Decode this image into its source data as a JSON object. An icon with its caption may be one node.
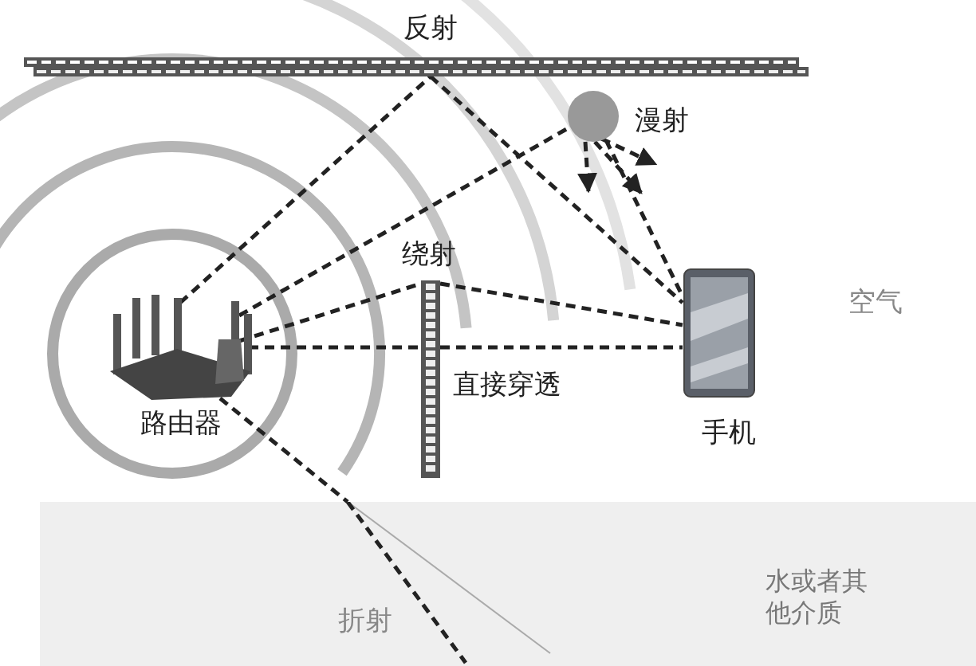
{
  "diagram": {
    "nodes": [
      {
        "text": [],
        "shape": "picture",
        "beside": [
          "路由器"
        ]
      },
      {
        "text": [],
        "shape": "picture",
        "beside": [
          "手机"
        ]
      },
      {
        "text": [],
        "shape": "bar",
        "beside": [
          "反射"
        ]
      },
      {
        "text": [],
        "shape": "circle",
        "beside": [
          "漫射"
        ]
      },
      {
        "text": [],
        "shape": "bar",
        "beside": [
          "绕射",
          "直接穿透"
        ]
      },
      {
        "text": [
          "水或者其他介质"
        ]
      }
    ],
    "edges": [
      {
        "from": 0,
        "to": 2,
        "arrow": "none",
        "style": "dashed"
      },
      {
        "from": 2,
        "to": 1,
        "arrow": "none",
        "style": "dashed"
      },
      {
        "from": 0,
        "to": 3,
        "arrow": "none",
        "style": "dashed"
      },
      {
        "from": 3,
        "to": 1,
        "arrow": "none",
        "style": "dashed"
      },
      {
        "from": 0,
        "to": 4,
        "arrow": "none",
        "style": "dashed"
      },
      {
        "from": 4,
        "to": 1,
        "arrow": "none",
        "style": "dashed"
      },
      {
        "from": 0,
        "to": 1,
        "arrow": "none",
        "style": "dashed"
      },
      {
        "from": 0,
        "to": 5,
        "arrow": "none",
        "style": "dashed"
      },
      {
        "from": 3,
        "to": null,
        "arrow": "to",
        "style": "dashed"
      },
      {
        "from": 3,
        "to": null,
        "arrow": "to",
        "style": "dashed"
      },
      {
        "from": 3,
        "to": null,
        "arrow": "to",
        "style": "dashed"
      }
    ],
    "labels": [
      "空气",
      "折射"
    ]
  }
}
